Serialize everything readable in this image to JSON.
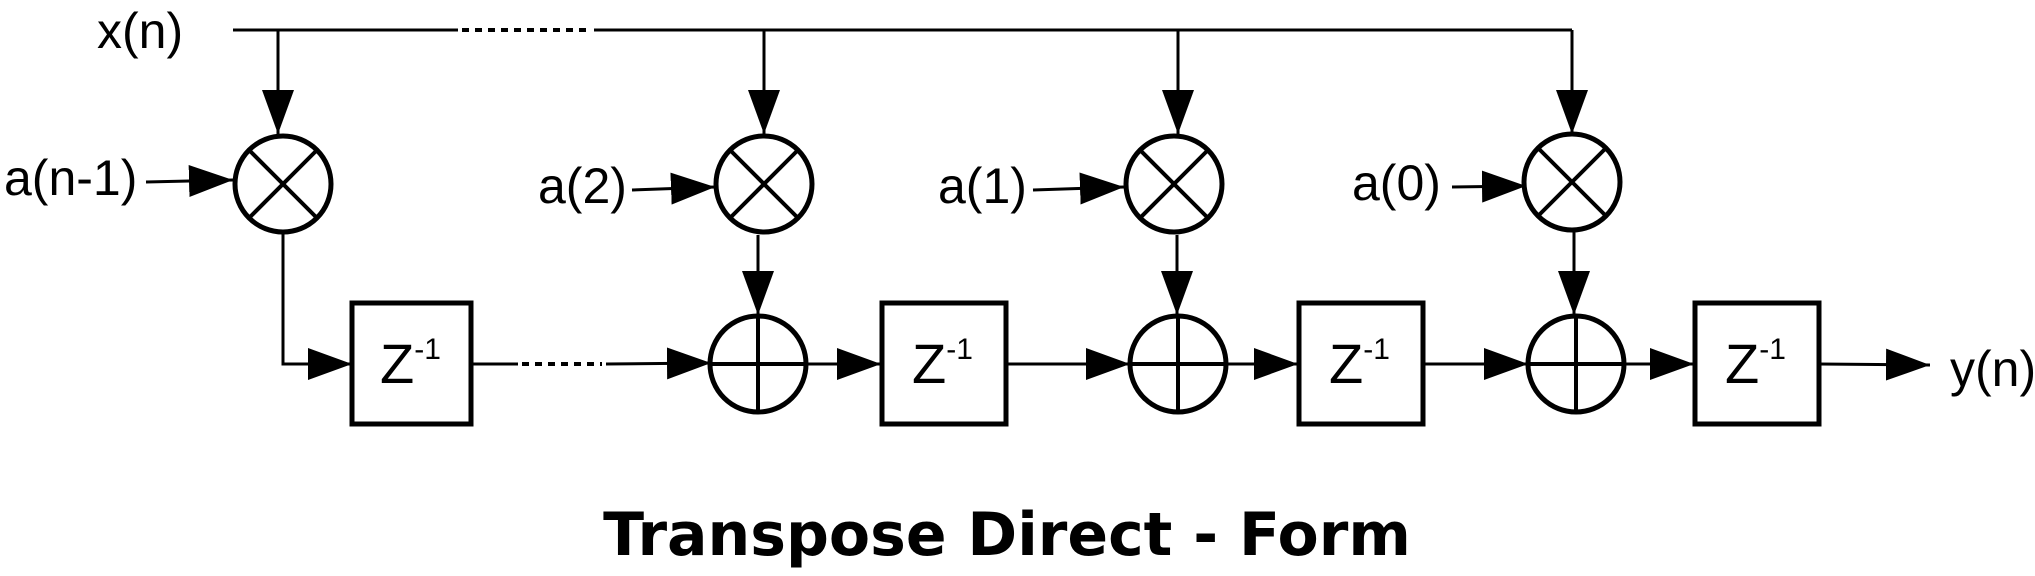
{
  "input_label": "x(n)",
  "output_label": "y(n)",
  "coefficients": [
    {
      "label": "a(n-1)"
    },
    {
      "label": "a(2)"
    },
    {
      "label": "a(1)"
    },
    {
      "label": "a(0)"
    }
  ],
  "delay_label": "Z",
  "delay_exponent": "-1",
  "caption": "Transpose Direct - Form"
}
